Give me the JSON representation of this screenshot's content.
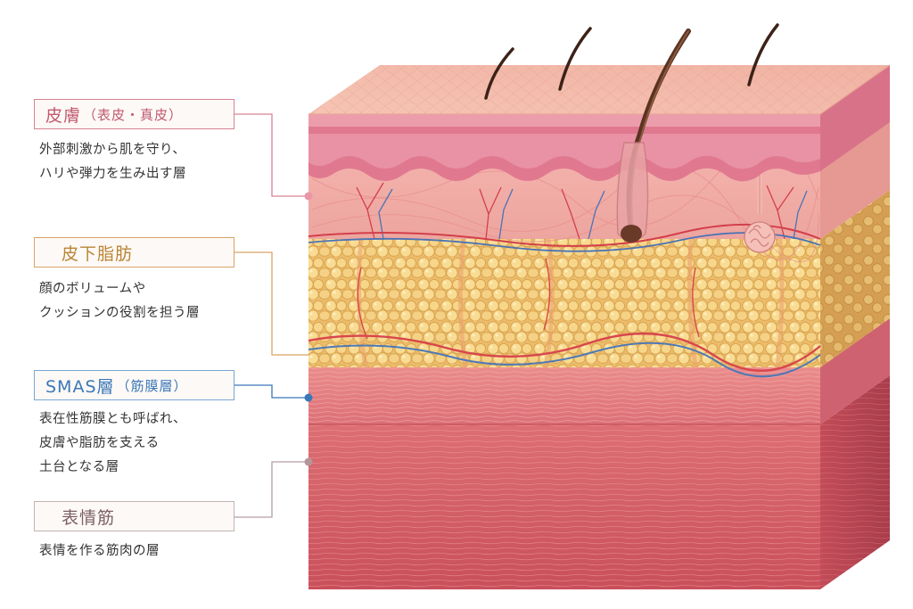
{
  "colors": {
    "skin": "#c0596e",
    "fat": "#c9923f",
    "smas": "#3b78b8",
    "muscle": "#8b6d74"
  },
  "layers": [
    {
      "key": "skin",
      "title": "皮膚",
      "subtitle": "（表皮・真皮）",
      "description": [
        "外部刺激から肌を守り、",
        "ハリや弾力を生み出す層"
      ]
    },
    {
      "key": "fat",
      "title": "皮下脂肪",
      "subtitle": "",
      "description": [
        "顔のボリュームや",
        "クッションの役割を担う層"
      ]
    },
    {
      "key": "smas",
      "title": "SMAS層",
      "subtitle": "（筋膜層）",
      "description": [
        "表在性筋膜とも呼ばれ、",
        "皮膚や脂肪を支える",
        "土台となる層"
      ]
    },
    {
      "key": "muscle",
      "title": "表情筋",
      "subtitle": "",
      "description": [
        "表情を作る筋肉の層"
      ]
    }
  ]
}
